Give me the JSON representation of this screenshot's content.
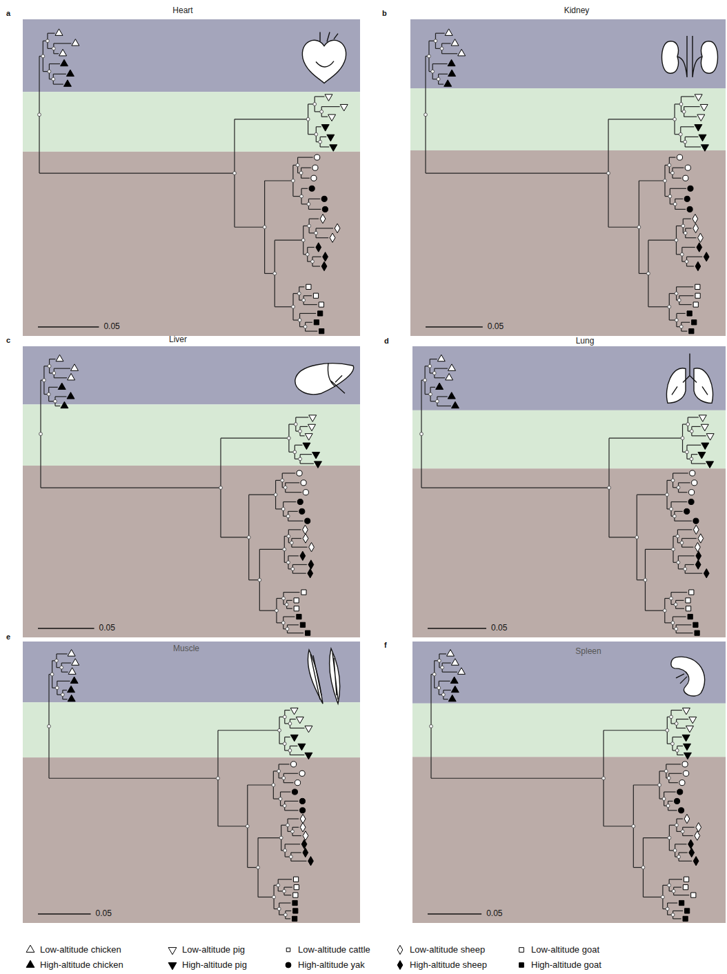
{
  "diagram": {
    "nodes": [
      {
        "text": [
          "a",
          "Heart"
        ]
      },
      {
        "text": [
          "b",
          "Kidney"
        ]
      },
      {
        "text": [
          "c",
          "Liver"
        ]
      },
      {
        "text": [
          "d",
          "Lung"
        ]
      },
      {
        "text": [
          "e",
          "Muscle"
        ]
      },
      {
        "text": [
          "f",
          "Spleen"
        ]
      }
    ],
    "labels": [
      "0.05",
      "0.05",
      "0.05",
      "0.05",
      "0.05",
      "0.05"
    ],
    "legend": [
      {
        "text": "Low-altitude chicken"
      },
      {
        "text": "High-altitude chicken"
      },
      {
        "text": "Low-altitude pig"
      },
      {
        "text": "High-altitude pig"
      },
      {
        "text": "Low-altitude cattle"
      },
      {
        "text": "High-altitude yak"
      },
      {
        "text": "Low-altitude sheep"
      },
      {
        "text": "High-altitude sheep"
      },
      {
        "text": "Low-altitude goat"
      },
      {
        "text": "High-altitude goat"
      }
    ]
  }
}
